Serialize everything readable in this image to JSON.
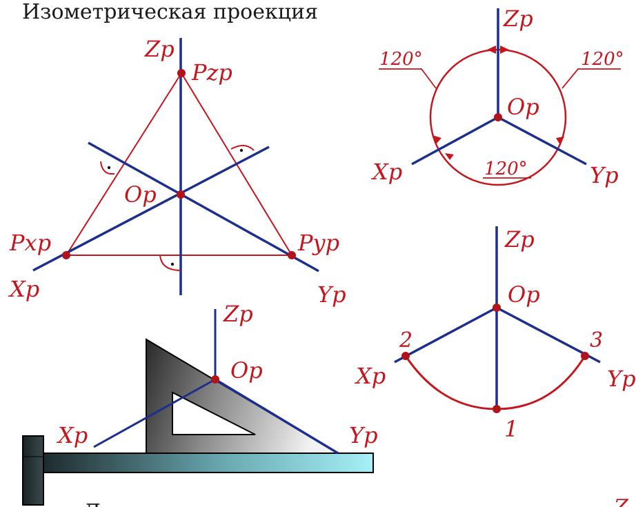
{
  "title": "Изометрическая проекция",
  "bottom_caption": "Д",
  "bottom_corner_label": "Z",
  "colors": {
    "axis": "#1c2f8c",
    "construction": "#c4161c",
    "text_red": "#c4161c",
    "point": "#b0131c",
    "title": "#1a1a1a"
  },
  "fig1": {
    "z": "Zp",
    "pz": "Pzp",
    "o": "Op",
    "px": "Pxp",
    "py": "Pyp",
    "x": "Xp",
    "y": "Yp"
  },
  "fig2": {
    "z": "Zp",
    "o": "Op",
    "x": "Xp",
    "y": "Yp",
    "angle_left": "120°",
    "angle_right": "120°",
    "angle_bottom": "120°"
  },
  "fig3": {
    "z": "Zp",
    "o": "Op",
    "x": "Xp",
    "y": "Yp",
    "n1": "1",
    "n2": "2",
    "n3": "3"
  },
  "fig4": {
    "z": "Zp",
    "o": "Op",
    "x": "Xp",
    "y": "Yp"
  }
}
